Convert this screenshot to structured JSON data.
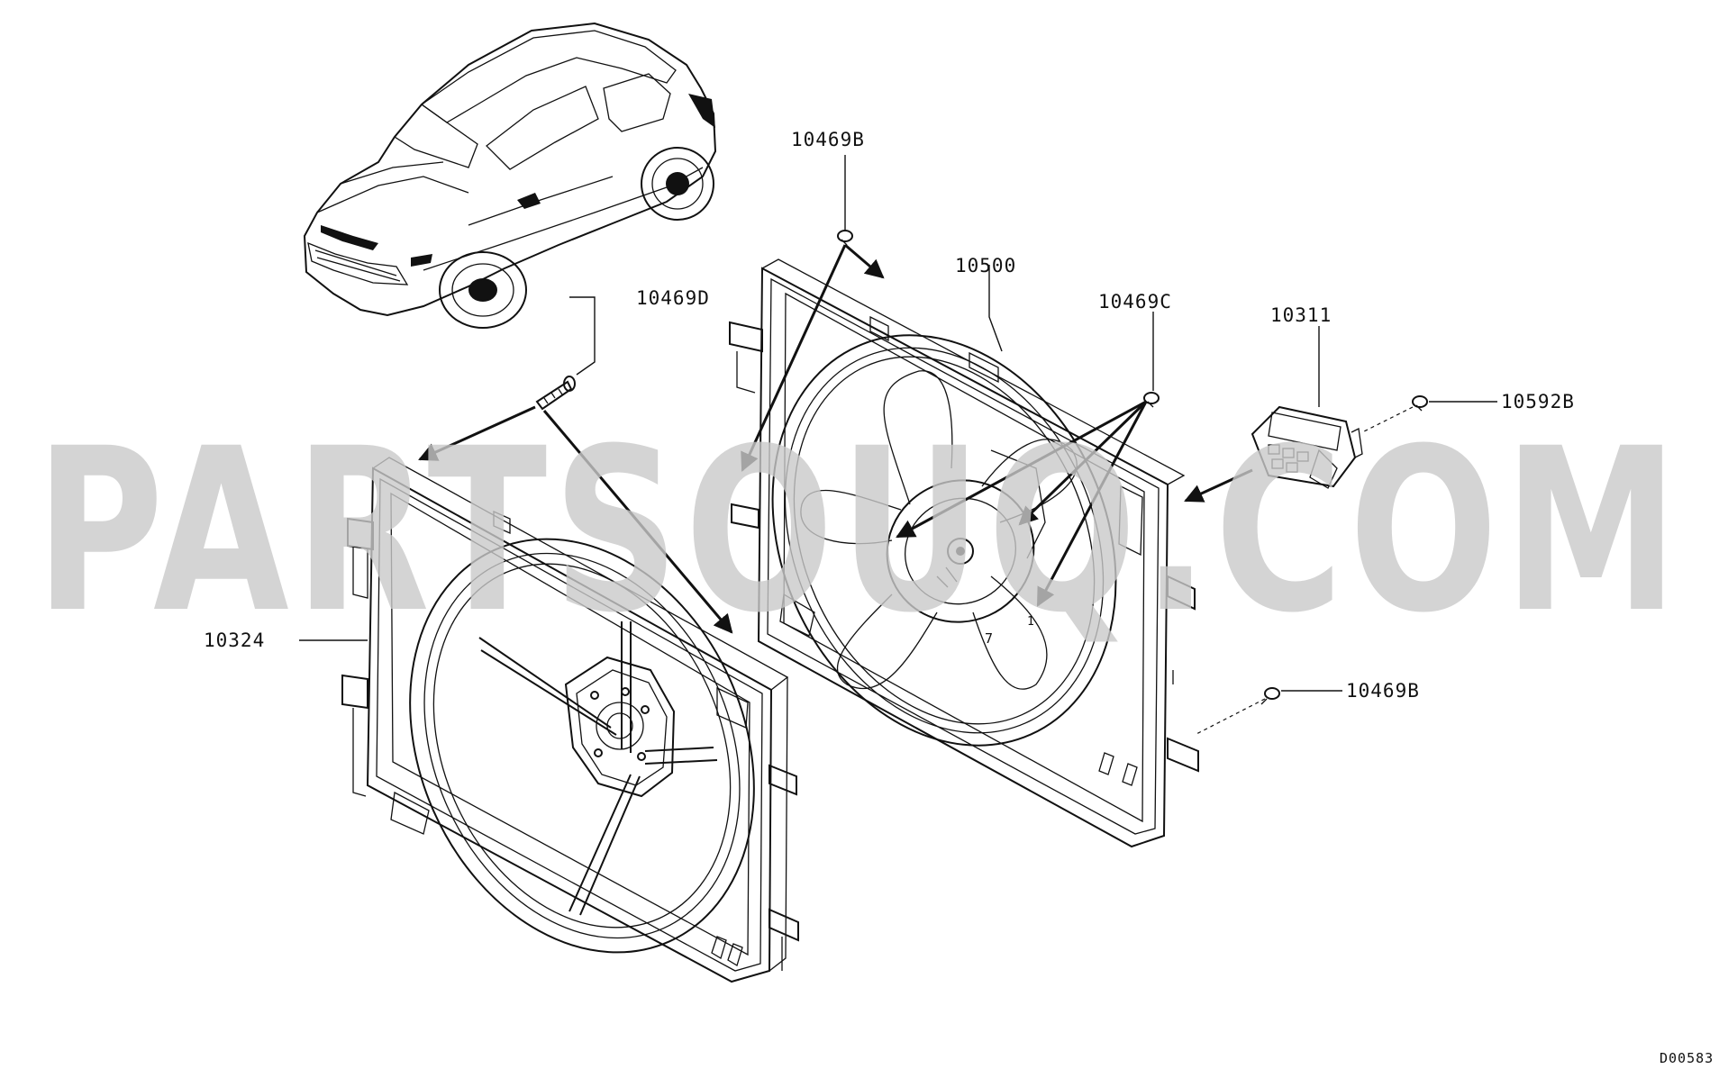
{
  "watermark": "PARTSOUQ.COM",
  "diagram_code": "D00583",
  "callouts": {
    "p10469B_top": "10469B",
    "p10500": "10500",
    "p10469D": "10469D",
    "p10469C": "10469C",
    "p10311": "10311",
    "p10592B": "10592B",
    "p10324": "10324",
    "p10469B_right": "10469B"
  },
  "hub_marks": {
    "mark_7": "7",
    "mark_1": "1"
  }
}
